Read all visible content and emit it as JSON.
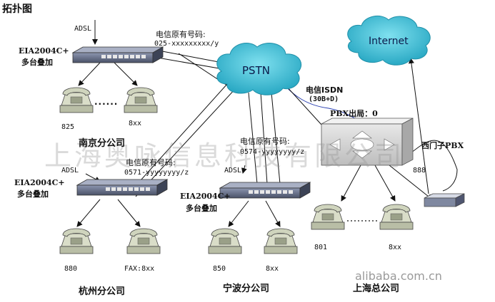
{
  "title": "拓扑图",
  "clouds": {
    "pstn": "PSTN",
    "internet": "Internet"
  },
  "adsl": "ADSL",
  "nanjing": {
    "device_line1": "EIA2004C+",
    "device_line2": "多台叠加",
    "number_label": "电信原有号码:",
    "number_value": "025-xxxxxxxxx/y",
    "ext1": "825",
    "ext2": "8xx",
    "dots": "......",
    "city": "南京分公司"
  },
  "hangzhou": {
    "device_line1": "EIA2004C+",
    "device_line2": "多台叠加",
    "number_label": "电信原有号码:",
    "number_value": "0571-yyyyyyyy/z",
    "ext1": "880",
    "ext2": "FAX:8xx",
    "city": "杭州分公司"
  },
  "ningbo": {
    "device_line1": "EIA2004C+",
    "device_line2": "多台叠加",
    "number_label": "电信原有号码:",
    "number_value": "0574-yyyyyyyy/z",
    "ext1": "850",
    "ext2": "8xx",
    "city": "宁波分公司"
  },
  "shanghai": {
    "isdn_line1": "电信ISDN",
    "isdn_line2": "(30B+D)",
    "pbx_out": "PBX出局：0",
    "pbx_name": "西门子PBX",
    "pbx_ext": "888",
    "ext1": "801",
    "ext2": "8xx",
    "city": "上海总公司"
  },
  "watermark": "上海奥咏信息科技有限公司",
  "site_watermark": "alibaba.com.cn"
}
